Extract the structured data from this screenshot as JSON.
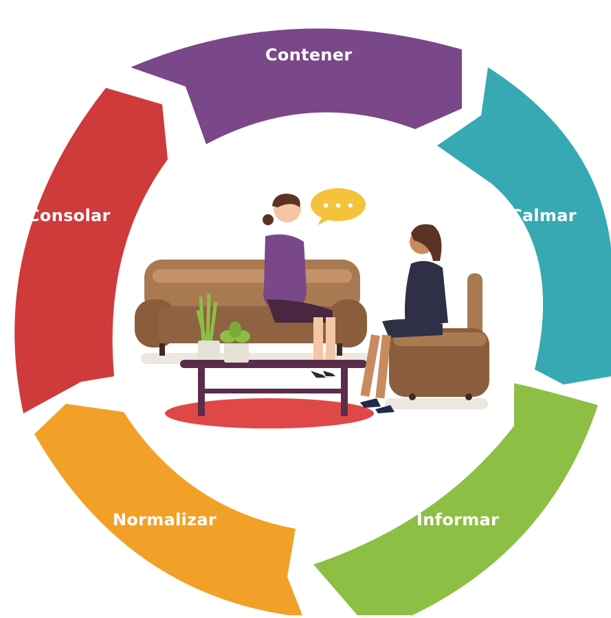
{
  "cycle": {
    "segments": [
      {
        "id": "contener",
        "label": "Contener",
        "color": "#7a4788"
      },
      {
        "id": "calmar",
        "label": "Calmar",
        "color": "#37a9b2"
      },
      {
        "id": "informar",
        "label": "Informar",
        "color": "#8dbf45"
      },
      {
        "id": "normalizar",
        "label": "Normalizar",
        "color": "#f2a128"
      },
      {
        "id": "consolar",
        "label": "Consolar",
        "color": "#cf3a3b"
      }
    ]
  },
  "illustration": {
    "speech_bubble_text": "• • •",
    "colors": {
      "sofa": "#a97a52",
      "rug": "#e04848",
      "table": "#5a2d4a",
      "bubble": "#f5c33b"
    }
  }
}
